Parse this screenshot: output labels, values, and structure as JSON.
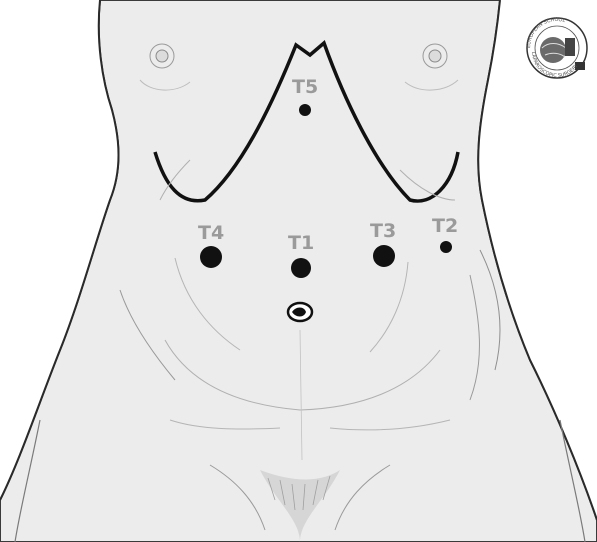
{
  "diagram": {
    "trocar_ports": [
      {
        "id": "T5",
        "label": "T5",
        "size": "small"
      },
      {
        "id": "T4",
        "label": "T4",
        "size": "large"
      },
      {
        "id": "T1",
        "label": "T1",
        "size": "large"
      },
      {
        "id": "T3",
        "label": "T3",
        "size": "large"
      },
      {
        "id": "T2",
        "label": "T2",
        "size": "small"
      }
    ],
    "logo": {
      "top_text": "EUROPEAN SCHOOL",
      "bottom_text": "LAPAROSCOPIC SURGERY"
    },
    "colors": {
      "skin": "#ececec",
      "outline": "#3a3a3a",
      "port": "#111111",
      "label": "#9a9a9a"
    }
  }
}
